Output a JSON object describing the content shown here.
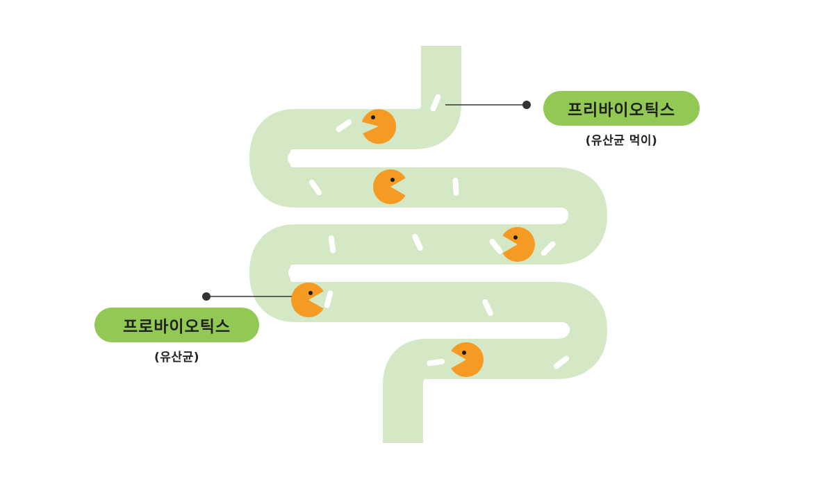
{
  "labels": {
    "prebiotics": {
      "title": "프리바이오틱스",
      "subtitle": "(유산균 먹이)"
    },
    "probiotics": {
      "title": "프로바이오틱스",
      "subtitle": "(유산균)"
    }
  },
  "colors": {
    "intestine": "#d4e8c6",
    "gap": "#ffffff",
    "pill": "#92c954",
    "bacteria": "#f59a23",
    "bacteria_eye": "#1a1a1a",
    "food_particle": "#ffffff",
    "connector": "#333333"
  },
  "icons": {
    "bacteria": "pacman-icon",
    "food": "capsule-particle-icon",
    "connector_end": "dot-icon"
  }
}
